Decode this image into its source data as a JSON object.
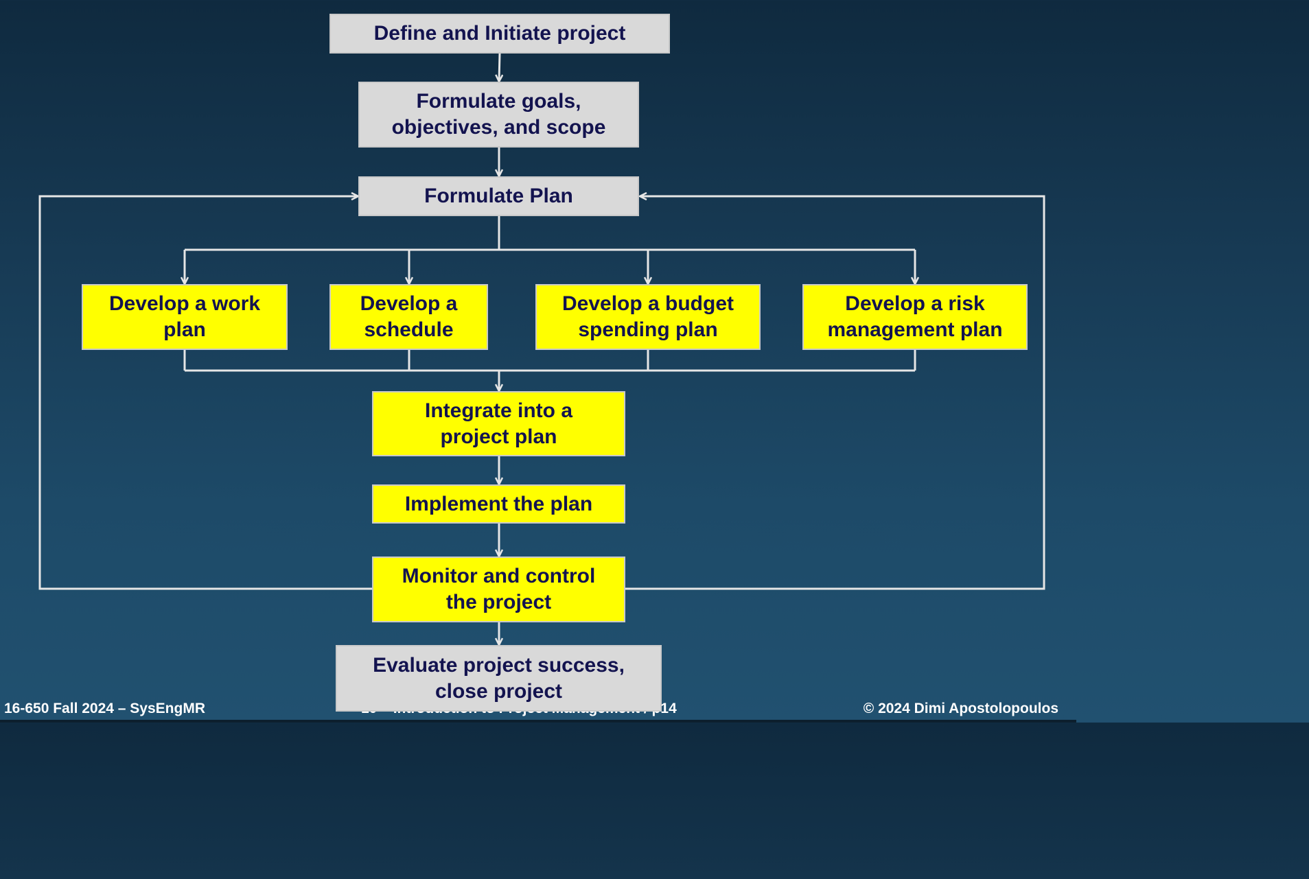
{
  "steps": {
    "define": "Define and Initiate project",
    "goals": "Formulate goals,\nobjectives, and scope",
    "plan": "Formulate Plan",
    "work_plan": "Develop a work\nplan",
    "schedule": "Develop a\nschedule",
    "budget": "Develop a budget\nspending plan",
    "risk": "Develop a risk\nmanagement plan",
    "integrate": "Integrate into a\nproject plan",
    "implement": "Implement the plan",
    "monitor": "Monitor and control\nthe project",
    "evaluate": "Evaluate project success,\nclose project"
  },
  "footer": {
    "left": "16-650 Fall 2024 – SysEngMR",
    "center": "10 – Introduction to Project Management / p14",
    "right": "© 2024 Dimi Apostolopoulos"
  },
  "colors": {
    "process_box": "#d9d9d9",
    "planning_box": "#ffff00",
    "box_text": "#13134f",
    "connector": "#e6e6e6"
  }
}
